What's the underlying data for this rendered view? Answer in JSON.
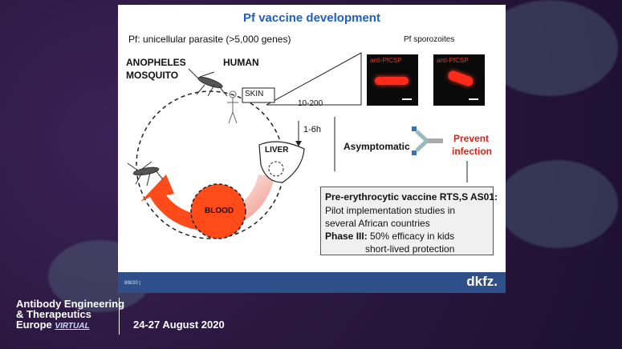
{
  "slide": {
    "title": "Pf vaccine development",
    "subtitle": "Pf: unicellular parasite (>5,000 genes)",
    "sporozoites_title": "Pf sporozoites",
    "micro_label_1": "anti-PfCSP",
    "micro_label_2": "anti-PfCSP",
    "anopheles": "ANOPHELES",
    "mosquito": "MOSQUITO",
    "human": "HUMAN",
    "skin": "SKIN",
    "count": "10-200",
    "time": "1-6h",
    "liver": "LIVER",
    "blood": "BLOOD",
    "asymptomatic": "Asymptomatic",
    "prevent_line1": "Prevent",
    "prevent_line2": "infection",
    "box": {
      "line1": "Pre-erythrocytic vaccine RTS,S AS01:",
      "line2": "Pilot implementation studies in",
      "line3": "several African countries",
      "phase": "Phase III:",
      "line4_rest": " 50% efficacy in kids",
      "line5": "short-lived protection"
    },
    "footer_date": "8/8/20 |",
    "logo": "dkfz."
  },
  "conference": {
    "line1": "Antibody Engineering",
    "line2": "& Therapeutics",
    "line3": "Europe",
    "virtual": "VIRTUAL",
    "dates": "24-27 August 2020"
  },
  "colors": {
    "title_blue": "#1f5fbf",
    "blood_red": "#ff4a1a",
    "prevent_red": "#e02010",
    "footer_bar": "#2f4f8a"
  }
}
